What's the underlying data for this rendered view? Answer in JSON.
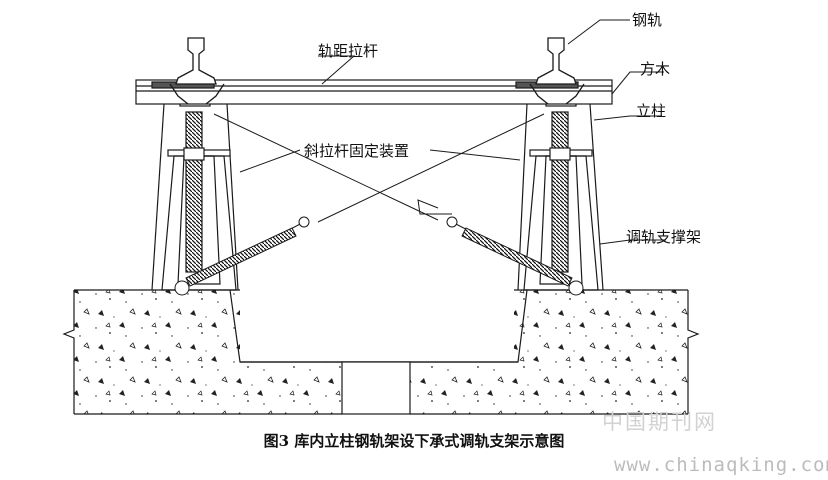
{
  "labels": {
    "rail": "钢轨",
    "gauge_rod": "轨距拉杆",
    "timber": "方木",
    "column": "立柱",
    "diagonal_device": "斜拉杆固定装置",
    "bracket": "调轨支撑架"
  },
  "caption": "图3  库内立柱钢轨架设下承式调轨支架示意图",
  "watermark": {
    "line1": "中国期刊网",
    "line2": "www.chinaqking.com"
  },
  "colors": {
    "line": "#1a1a1a",
    "watermark": "#c8c8c8"
  }
}
